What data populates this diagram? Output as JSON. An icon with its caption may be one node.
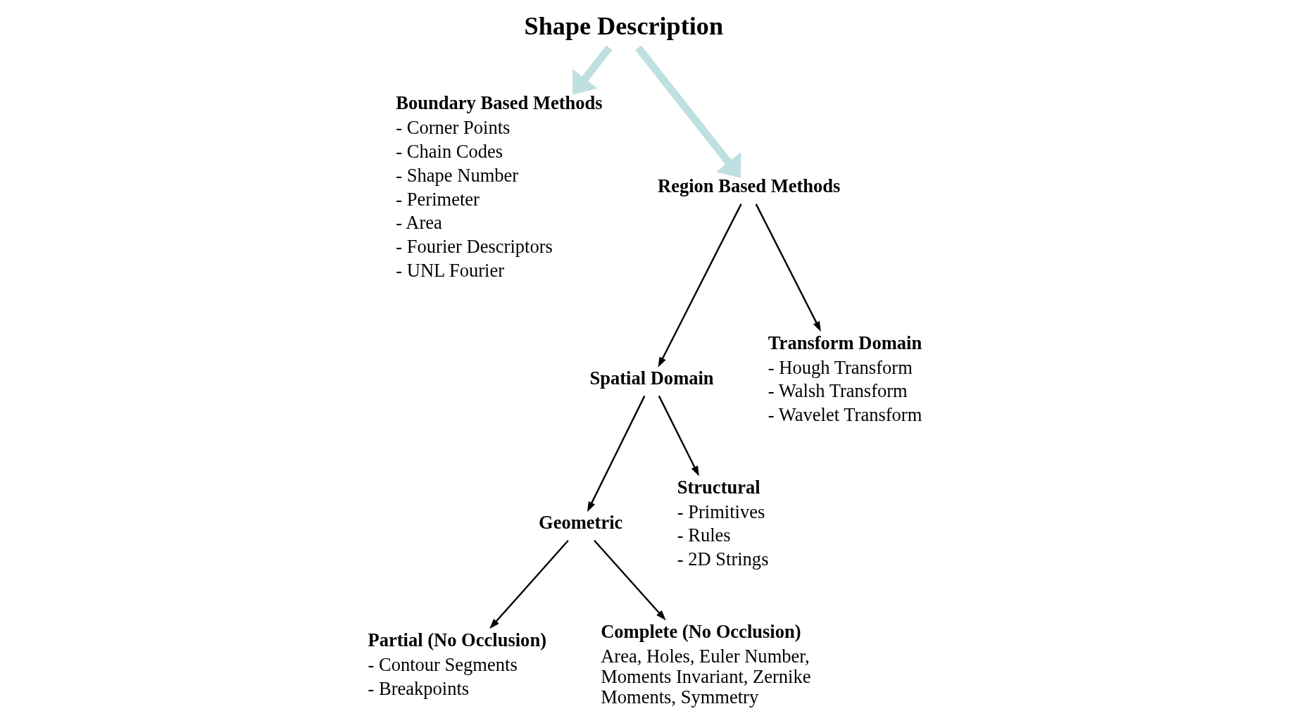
{
  "diagram": {
    "nodes": [
      {
        "text": [
          "Shape Description"
        ]
      },
      {
        "text": [
          "Boundary Based Methods",
          "- Corner Points",
          "- Chain Codes",
          "- Shape Number",
          "- Perimeter",
          "- Area",
          "- Fourier Descriptors",
          "- UNL Fourier"
        ]
      },
      {
        "text": [
          "Region Based Methods"
        ]
      },
      {
        "text": [
          "Spatial Domain"
        ]
      },
      {
        "text": [
          "Transform Domain",
          "- Hough Transform",
          "- Walsh Transform",
          "- Wavelet Transform"
        ]
      },
      {
        "text": [
          "Geometric"
        ]
      },
      {
        "text": [
          "Structural",
          "- Primitives",
          "- Rules",
          "- 2D Strings"
        ]
      },
      {
        "text": [
          "Partial (No Occlusion)",
          "- Contour Segments",
          "- Breakpoints"
        ]
      },
      {
        "text": [
          "Complete (No Occlusion)",
          "Area, Holes, Euler Number, Moments Invariant, Zernike Moments, Symmetry"
        ]
      }
    ],
    "edges": [
      {
        "from": 0,
        "to": 1,
        "arrow": "to",
        "style": "thick",
        "color": "#bfe0e0"
      },
      {
        "from": 0,
        "to": 2,
        "arrow": "to",
        "style": "thick",
        "color": "#bfe0e0"
      },
      {
        "from": 2,
        "to": 3,
        "arrow": "to"
      },
      {
        "from": 2,
        "to": 4,
        "arrow": "to"
      },
      {
        "from": 3,
        "to": 5,
        "arrow": "to"
      },
      {
        "from": 3,
        "to": 6,
        "arrow": "to"
      },
      {
        "from": 5,
        "to": 7,
        "arrow": "to"
      },
      {
        "from": 5,
        "to": 8,
        "arrow": "to"
      }
    ]
  }
}
